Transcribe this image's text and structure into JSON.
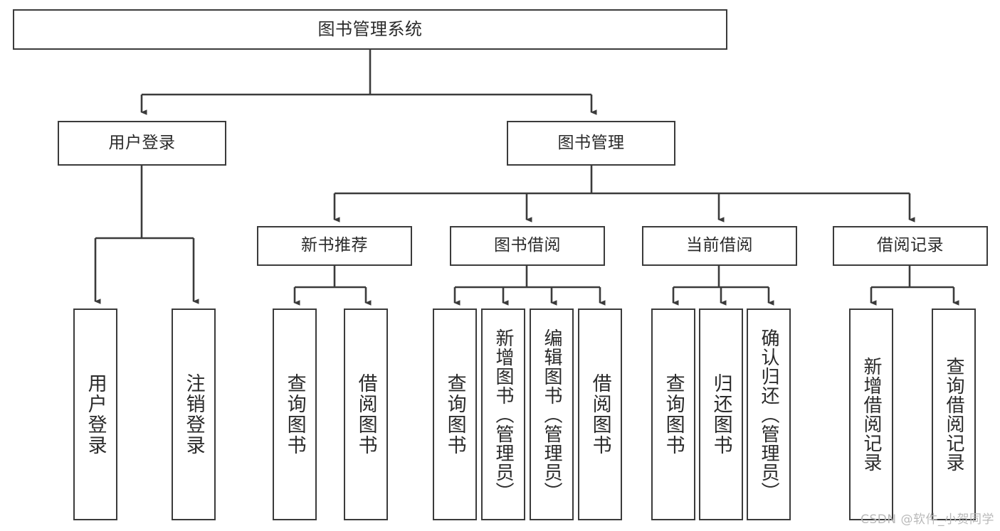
{
  "diagram": {
    "title": "图书管理系统",
    "watermark": "CSDN @软件_小贺同学",
    "stroke_color": "#3b3b3b",
    "text_color": "#2a2a2a",
    "background_color": "#ffffff",
    "nodes": {
      "root": {
        "label": "图书管理系统"
      },
      "level1": [
        {
          "id": "user-login",
          "label": "用户登录"
        },
        {
          "id": "book-management",
          "label": "图书管理"
        }
      ],
      "level2": [
        {
          "id": "new-book-recommend",
          "label": "新书推荐"
        },
        {
          "id": "book-borrow",
          "label": "图书借阅"
        },
        {
          "id": "current-borrow",
          "label": "当前借阅"
        },
        {
          "id": "borrow-record",
          "label": "借阅记录"
        }
      ],
      "leaves": {
        "user_login": [
          {
            "id": "leaf-user-login",
            "label": "用户登录"
          },
          {
            "id": "leaf-user-logout",
            "label": "注销登录"
          }
        ],
        "new_book_recommend": [
          {
            "id": "leaf-query-book-1",
            "label": "查询图书"
          },
          {
            "id": "leaf-borrow-book-1",
            "label": "借阅图书"
          }
        ],
        "book_borrow": [
          {
            "id": "leaf-query-book-2",
            "label": "查询图书"
          },
          {
            "id": "leaf-add-book",
            "label": "新增图书（管理员）"
          },
          {
            "id": "leaf-edit-book",
            "label": "编辑图书（管理员）"
          },
          {
            "id": "leaf-borrow-book-2",
            "label": "借阅图书"
          }
        ],
        "current_borrow": [
          {
            "id": "leaf-query-book-3",
            "label": "查询图书"
          },
          {
            "id": "leaf-return-book",
            "label": "归还图书"
          },
          {
            "id": "leaf-confirm-return",
            "label": "确认归还（管理员）"
          }
        ],
        "borrow_record": [
          {
            "id": "leaf-add-record",
            "label": "新增借阅记录"
          },
          {
            "id": "leaf-query-record",
            "label": "查询借阅记录"
          }
        ]
      }
    }
  }
}
